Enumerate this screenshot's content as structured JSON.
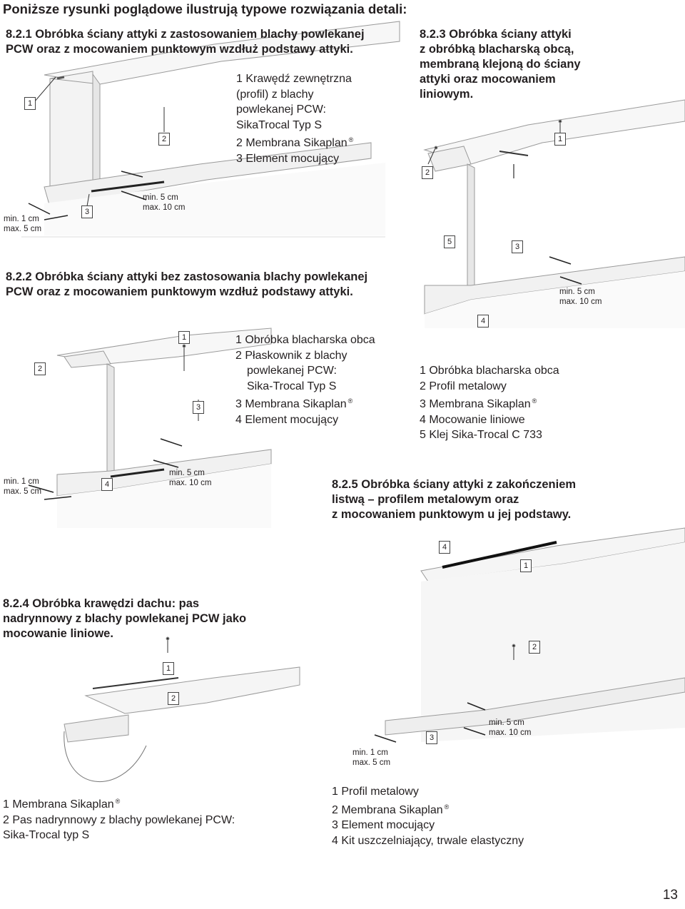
{
  "intro": "Poniższe rysunki poglądowe ilustrują typowe rozwiązania detali:",
  "sections": [
    {
      "title": [
        "8.2.1 Obróbka ściany attyki z zastosowaniem blachy powlekanej",
        "PCW oraz z mocowaniem punktowym wzdłuż podstawy attyki."
      ],
      "legend": [
        "1 Krawędź zewnętrzna",
        "(profil) z blachy",
        "powlekanej PCW:",
        "SikaTrocal Typ S",
        "2 Membrana Sikaplan",
        "3 Element mocujący"
      ],
      "tags": [
        "1",
        "2",
        "3"
      ],
      "dims": {
        "left": [
          "min. 1 cm",
          "max. 5 cm"
        ],
        "right": [
          "min. 5 cm",
          "max. 10 cm"
        ]
      }
    },
    {
      "title": [
        "8.2.2 Obróbka ściany attyki bez zastosowania blachy powlekanej",
        "PCW oraz z mocowaniem punktowym wzdłuż podstawy attyki."
      ],
      "legend": [
        "1 Obróbka blacharska obca",
        "2 Płaskownik z blachy",
        "powlekanej PCW:",
        "Sika-Trocal Typ S",
        "3 Membrana Sikaplan",
        "4 Element mocujący"
      ],
      "tags": [
        "1",
        "2",
        "3",
        "4"
      ],
      "dims": {
        "left": [
          "min. 1 cm",
          "max. 5 cm"
        ],
        "right": [
          "min. 5 cm",
          "max. 10 cm"
        ]
      }
    },
    {
      "title": [
        "8.2.3 Obróbka ściany attyki",
        "z obróbką blacharską obcą,",
        "membraną klejoną do ściany",
        "attyki oraz mocowaniem",
        "liniowym."
      ],
      "legend": [
        "1 Obróbka blacharska obca",
        "2 Profil metalowy",
        "3 Membrana Sikaplan",
        "4 Mocowanie liniowe",
        "5 Klej Sika-Trocal C 733"
      ],
      "tags": [
        "1",
        "2",
        "3",
        "4",
        "5"
      ],
      "dims": {
        "right": [
          "min. 5 cm",
          "max. 10 cm"
        ]
      }
    },
    {
      "title": [
        "8.2.4 Obróbka krawędzi dachu: pas",
        "nadrynnowy z blachy powlekanej PCW jako",
        "mocowanie liniowe."
      ],
      "legend": [
        "1 Membrana Sikaplan",
        "2 Pas nadrynnowy z blachy powlekanej PCW:",
        "Sika-Trocal typ S"
      ],
      "tags": [
        "1",
        "2"
      ]
    },
    {
      "title": [
        "8.2.5 Obróbka ściany attyki z zakończeniem",
        "listwą – profilem metalowym oraz",
        "z mocowaniem punktowym u jej podstawy."
      ],
      "legend": [
        "1 Profil metalowy",
        "2 Membrana Sikaplan",
        "3 Element mocujący",
        "4 Kit uszczelniający, trwale elastyczny"
      ],
      "tags": [
        "1",
        "2",
        "3",
        "4"
      ],
      "dims": {
        "left": [
          "min. 1 cm",
          "max. 5 cm"
        ],
        "right": [
          "min. 5 cm",
          "max. 10 cm"
        ]
      }
    }
  ],
  "registered_mark": "®",
  "page_number": "13"
}
